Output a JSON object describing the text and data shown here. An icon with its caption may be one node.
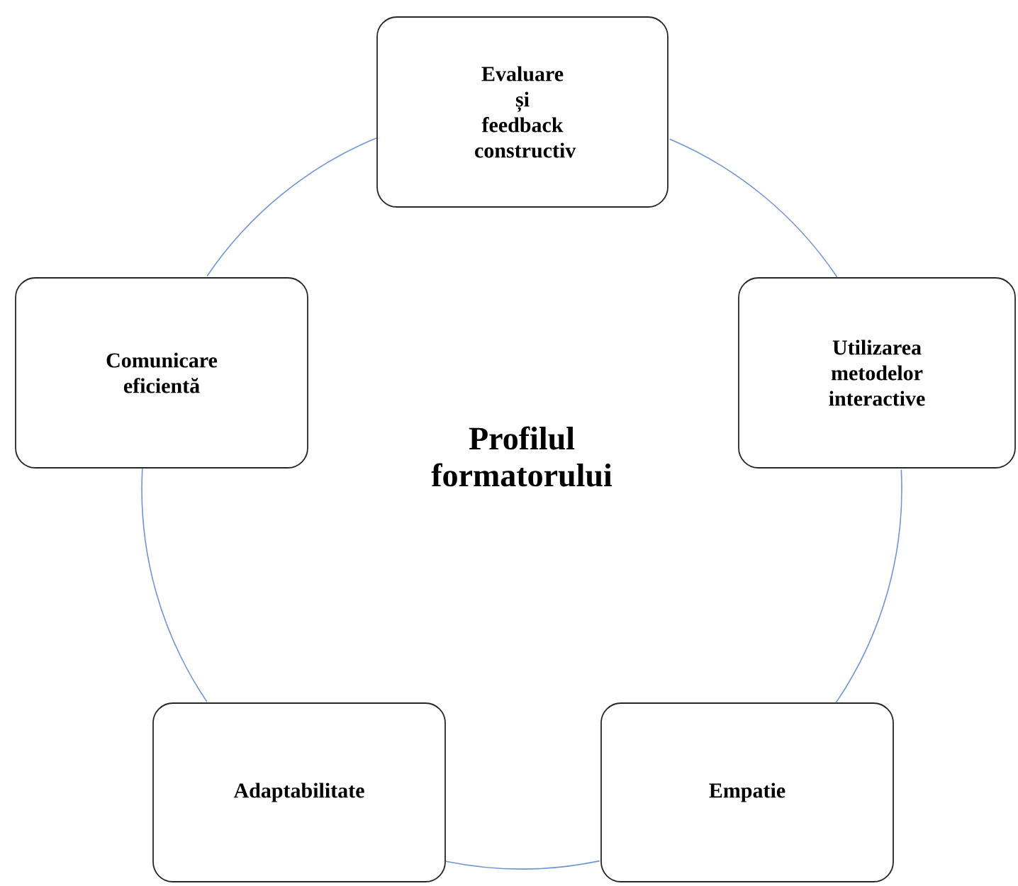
{
  "diagram": {
    "title": "Profilul formatorului",
    "nodes": [
      {
        "text": [
          "Evaluare și feedback constructiv"
        ]
      },
      {
        "text": [
          "Utilizarea metodelor interactive"
        ]
      },
      {
        "text": [
          "Empatie"
        ]
      },
      {
        "text": [
          "Adaptabilitate"
        ]
      },
      {
        "text": [
          "Comunicare eficientă"
        ]
      }
    ],
    "edges": [
      {
        "from": 0,
        "to": 1,
        "arrow": "none"
      },
      {
        "from": 1,
        "to": 2,
        "arrow": "none"
      },
      {
        "from": 2,
        "to": 3,
        "arrow": "none"
      },
      {
        "from": 3,
        "to": 4,
        "arrow": "none"
      },
      {
        "from": 4,
        "to": 0,
        "arrow": "none"
      }
    ]
  }
}
